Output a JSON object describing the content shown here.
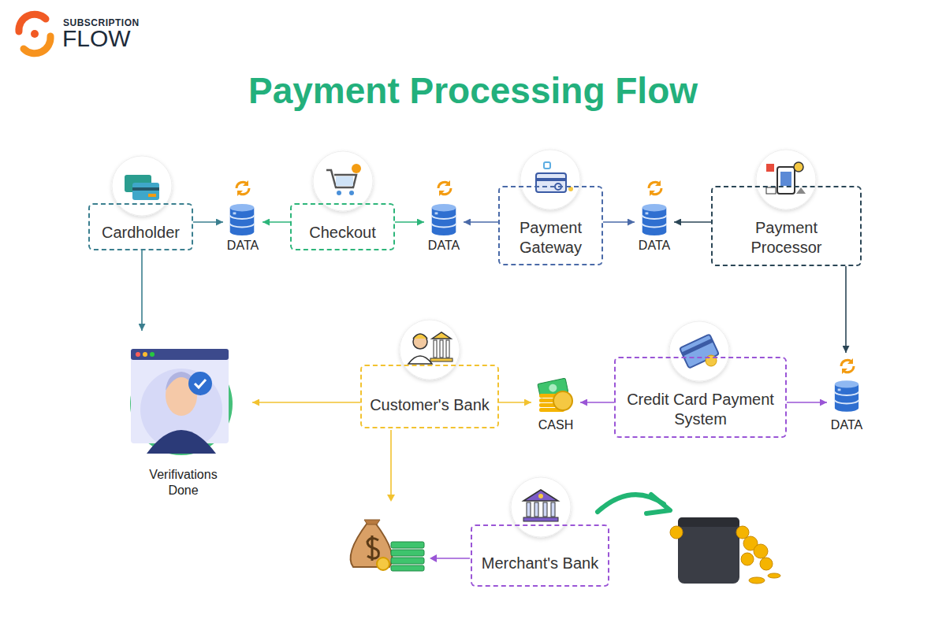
{
  "diagram": {
    "title": "Payment Processing Flow",
    "nodes": [
      {
        "text": [
          "Cardholder"
        ]
      },
      {
        "text": [
          "DATA"
        ]
      },
      {
        "text": [
          "Checkout"
        ]
      },
      {
        "text": [
          "DATA"
        ]
      },
      {
        "text": [
          "Payment Gateway"
        ]
      },
      {
        "text": [
          "DATA"
        ]
      },
      {
        "text": [
          "Payment Processor"
        ]
      },
      {
        "text": [
          "Verifivations Done"
        ]
      },
      {
        "text": [
          "Customer's Bank"
        ]
      },
      {
        "text": [
          "CASH"
        ]
      },
      {
        "text": [
          "Credit Card Payment System"
        ]
      },
      {
        "text": [
          "DATA"
        ]
      },
      {
        "text": [
          "Merchant's Bank"
        ]
      }
    ],
    "edges": [
      {
        "from": 0,
        "to": 1,
        "arrow": "to"
      },
      {
        "from": 2,
        "to": 1,
        "arrow": "to"
      },
      {
        "from": 2,
        "to": 3,
        "arrow": "to"
      },
      {
        "from": 4,
        "to": 3,
        "arrow": "to"
      },
      {
        "from": 4,
        "to": 5,
        "arrow": "to"
      },
      {
        "from": 6,
        "to": 5,
        "arrow": "to"
      },
      {
        "from": 6,
        "to": 11,
        "arrow": "to"
      },
      {
        "from": 0,
        "to": 7,
        "arrow": "to"
      },
      {
        "from": 8,
        "to": 7,
        "arrow": "to"
      },
      {
        "from": 8,
        "to": 9,
        "arrow": "to"
      },
      {
        "from": 10,
        "to": 9,
        "arrow": "to"
      },
      {
        "from": 10,
        "to": 11,
        "arrow": "to"
      }
    ],
    "labels": [
      "SUBSCRIPTION",
      "FLOW"
    ]
  }
}
